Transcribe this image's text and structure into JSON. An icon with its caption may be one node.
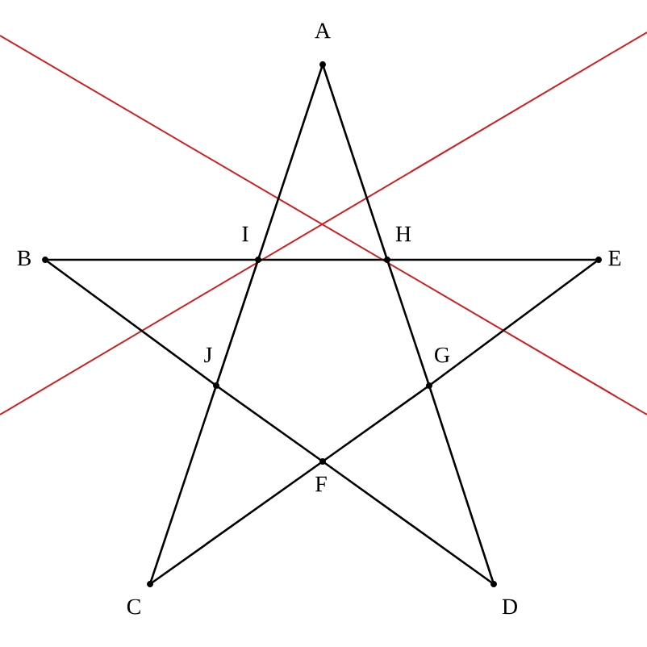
{
  "diagram": {
    "nodes": [
      {
        "text": [
          "A"
        ]
      },
      {
        "text": [
          "B"
        ]
      },
      {
        "text": [
          "I"
        ]
      },
      {
        "text": [
          "H"
        ]
      },
      {
        "text": [
          "E"
        ]
      },
      {
        "text": [
          "J"
        ]
      },
      {
        "text": [
          "G"
        ]
      },
      {
        "text": [
          "F"
        ]
      },
      {
        "text": [
          "C"
        ]
      },
      {
        "text": [
          "D"
        ]
      }
    ],
    "edges": [
      {
        "from": 0,
        "to": 2,
        "arrow": "none"
      },
      {
        "from": 2,
        "to": 5,
        "arrow": "none"
      },
      {
        "from": 5,
        "to": 8,
        "arrow": "none"
      },
      {
        "from": 0,
        "to": 3,
        "arrow": "none"
      },
      {
        "from": 3,
        "to": 6,
        "arrow": "none"
      },
      {
        "from": 6,
        "to": 9,
        "arrow": "none"
      },
      {
        "from": 1,
        "to": 2,
        "arrow": "none"
      },
      {
        "from": 2,
        "to": 3,
        "arrow": "none"
      },
      {
        "from": 3,
        "to": 4,
        "arrow": "none"
      },
      {
        "from": 1,
        "to": 5,
        "arrow": "none"
      },
      {
        "from": 5,
        "to": 7,
        "arrow": "none"
      },
      {
        "from": 7,
        "to": 9,
        "arrow": "none"
      },
      {
        "from": 4,
        "to": 6,
        "arrow": "none"
      },
      {
        "from": 6,
        "to": 7,
        "arrow": "none"
      },
      {
        "from": 7,
        "to": 8,
        "arrow": "none"
      }
    ]
  }
}
